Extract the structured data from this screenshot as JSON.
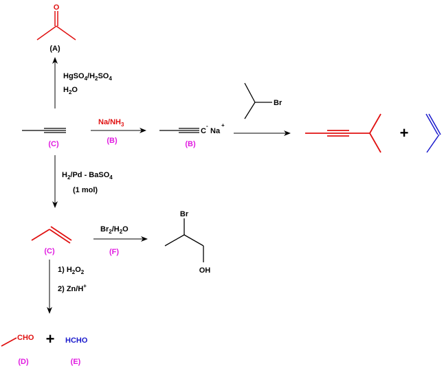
{
  "colors": {
    "magenta": "#e01ae0",
    "red": "#e01010",
    "blue": "#1a1acc",
    "black": "#000000"
  },
  "compounds": {
    "acetone": {
      "label": "(A)",
      "atom_O": "O"
    },
    "propyne": {
      "label": "(C)"
    },
    "sodium_propynide": {
      "label": "(B)",
      "carbon": "C",
      "minus": "-",
      "sodium": "Na",
      "plus": "+"
    },
    "isopropyl_bromide": {
      "atom": "Br"
    },
    "propene": {
      "label": "(C)"
    },
    "bromohydrin": {
      "atom_Br": "Br",
      "atom_OH": "OH"
    },
    "acetaldehyde": {
      "label": "(D)",
      "group": "CHO"
    },
    "formaldehyde": {
      "label": "(E)",
      "text": "HCHO"
    }
  },
  "reagents": {
    "hydration": {
      "line1": "HgSO4/H2SO4",
      "line2": "H2O"
    },
    "deprotonation": {
      "line1": "Na/NH3",
      "label": "(B)"
    },
    "lindlar": {
      "line1": "H2/Pd - BaSO4",
      "line2": "(1 mol)"
    },
    "bromination": {
      "line1": "Br2/H2O",
      "label": "(F)"
    },
    "ozonolysis": {
      "line1": "1) H2O2",
      "line2": "2) Zn/H+"
    }
  },
  "symbols": {
    "plus": "+"
  }
}
